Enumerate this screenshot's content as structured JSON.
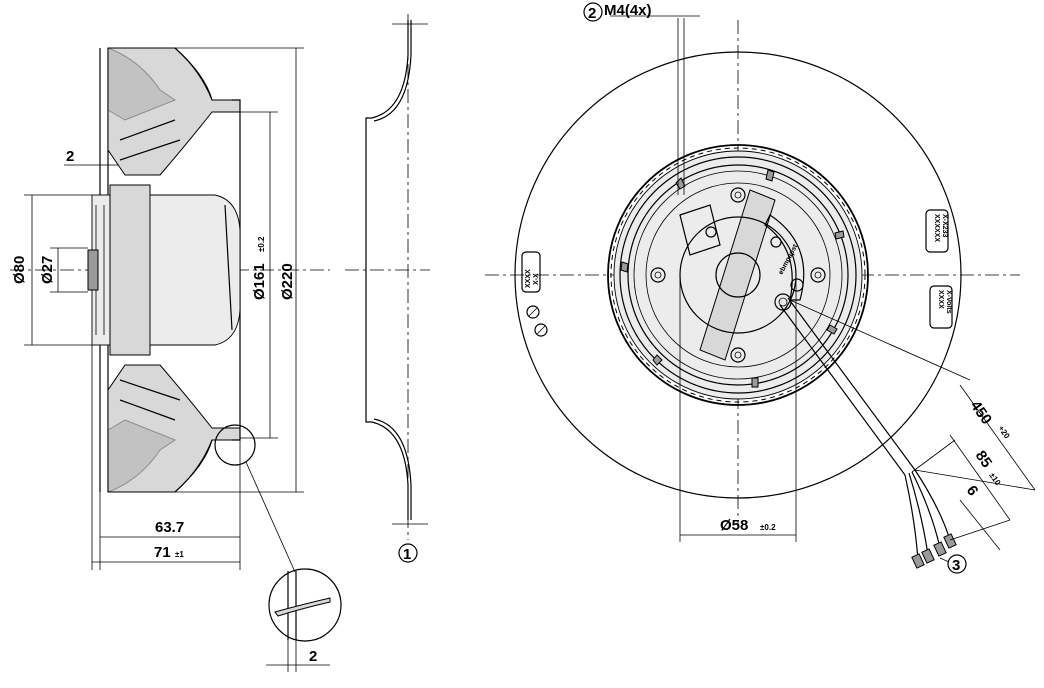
{
  "dimensions": {
    "d80": "Ø80",
    "d27": "Ø27",
    "d161": "Ø161",
    "d161_tol": "±0.2",
    "d220": "Ø220",
    "w2_top": "2",
    "w63": "63.7",
    "w71": "71",
    "w71_tol": "±1",
    "w2_detail": "2",
    "m4": "M4(4x)",
    "d58": "Ø58",
    "d58_tol": "±0.2",
    "l450": "450",
    "l450_tol": "+20",
    "l85": "85",
    "l85_tol": "±10",
    "l6": "6"
  },
  "callouts": {
    "c1": "1",
    "c2": "2",
    "c3": "3"
  },
  "labels": {
    "label_left_1": "XXXX",
    "label_left_2": "X-X",
    "label_right_1": "XXXXXX",
    "label_right_2": "X-X233",
    "label_right_3": "XXXX",
    "label_right_4": "X-Volts",
    "brand": "ebmpapst"
  }
}
